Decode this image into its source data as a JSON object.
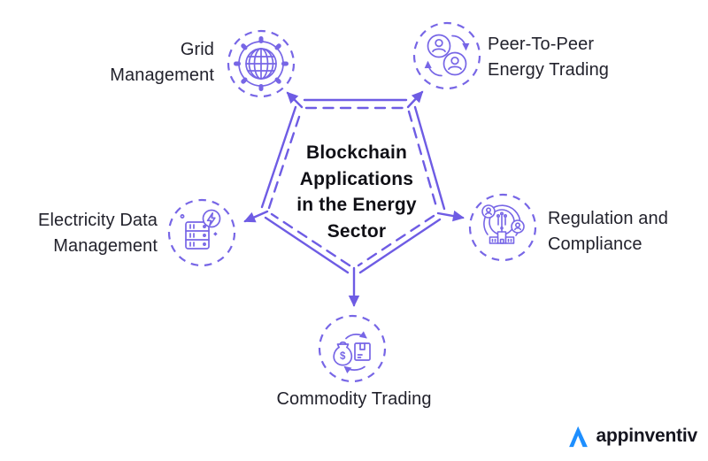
{
  "diagram": {
    "title": {
      "full": "Blockchain Applications in the Energy Sector",
      "lines": [
        "Blockchain",
        "Applications",
        "in the Energy",
        "Sector"
      ]
    },
    "nodes": {
      "grid": {
        "label": "Grid Management",
        "icon": "gear-globe-icon"
      },
      "peer": {
        "label": "Peer-To-Peer Energy Trading",
        "icon": "people-exchange-icon"
      },
      "electricity": {
        "label": "Electricity Data Management",
        "icon": "server-lightning-icon"
      },
      "regulation": {
        "label": "Regulation and Compliance",
        "icon": "governance-building-icon"
      },
      "commodity": {
        "label": "Commodity Trading",
        "icon": "money-bag-package-icon"
      }
    },
    "colors": {
      "accent": "#6E5CE4",
      "icon_stroke": "#7766E6",
      "label_text": "#22222C",
      "title_text": "#101016",
      "logo_blue": "#1E8FFF"
    }
  },
  "footer": {
    "brand": "appinventiv"
  }
}
